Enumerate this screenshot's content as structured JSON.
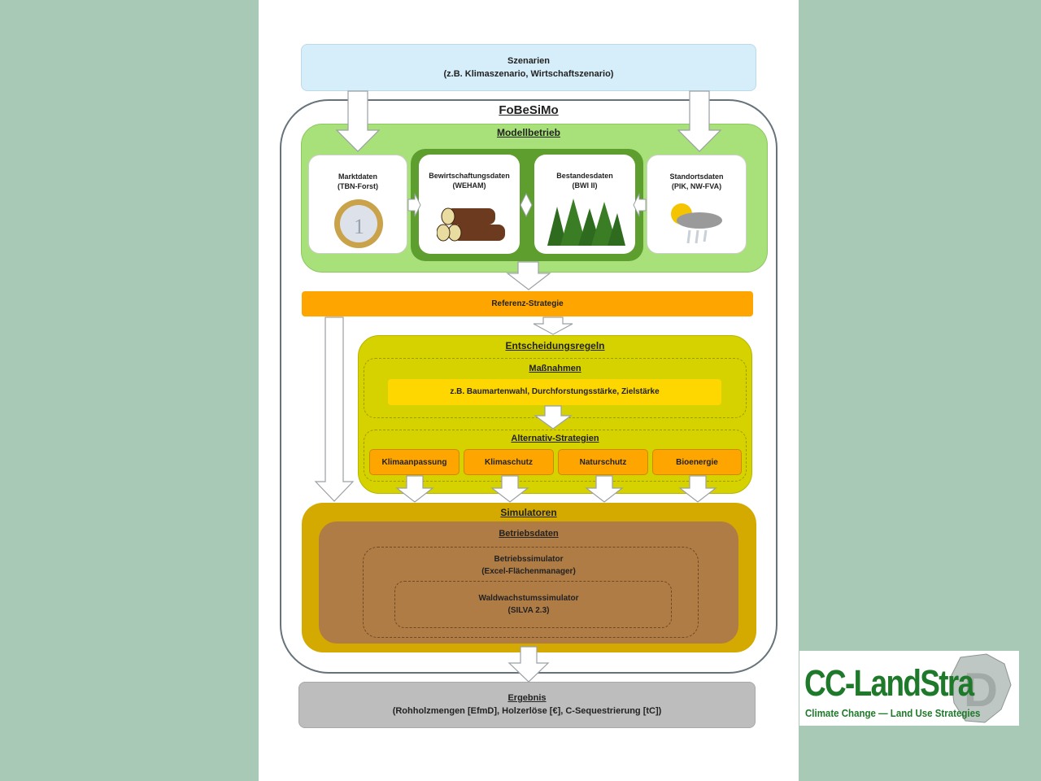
{
  "diagram": {
    "scenarios": {
      "title": "Szenarien",
      "subtitle": "(z.B. Klimaszenario, Wirtschaftszenario)"
    },
    "model_name": "FoBeSiMo",
    "modellbetrieb": {
      "title": "Modellbetrieb",
      "cards": [
        {
          "title": "Marktdaten",
          "subtitle": "(TBN-Forst)",
          "icon": "euro-coin-icon"
        },
        {
          "title": "Bewirtschaftungsdaten",
          "subtitle": "(WEHAM)",
          "icon": "wood-logs-icon"
        },
        {
          "title": "Bestandesdaten",
          "subtitle": "(BWI II)",
          "icon": "forest-trees-icon"
        },
        {
          "title": "Standortsdaten",
          "subtitle": "(PIK, NW-FVA)",
          "icon": "weather-icon"
        }
      ]
    },
    "referenz": "Referenz-Strategie",
    "entscheidung": {
      "title": "Entscheidungsregeln",
      "massnahmen": {
        "title": "Maßnahmen",
        "text": "z.B. Baumartenwahl, Durchforstungsstärke, Zielstärke"
      },
      "alternativ": {
        "title": "Alternativ-Strategien",
        "items": [
          "Klimaanpassung",
          "Klimaschutz",
          "Naturschutz",
          "Bioenergie"
        ]
      }
    },
    "simulatoren": {
      "title": "Simulatoren",
      "betriebsdaten": "Betriebsdaten",
      "betriebssimulator": {
        "title": "Betriebssimulator",
        "subtitle": "(Excel-Flächenmanager)"
      },
      "waldwachstum": {
        "title": "Waldwachstumssimulator",
        "subtitle": "(SILVA 2.3)"
      }
    },
    "ergebnis": {
      "title": "Ergebnis",
      "subtitle": "(Rohholzmengen [EfmD], Holzerlöse [€], C-Sequestrierung [tC])"
    }
  },
  "logo": {
    "name": "CC-LandStra",
    "tagline": "Climate Change — Land Use Strategies",
    "mark": "D"
  },
  "colors": {
    "background": "#a7c9b5",
    "scenario": "#d6eefa",
    "green_light": "#a8e07a",
    "green_dark": "#5d9e2e",
    "orange": "#ffa500",
    "yellow_green": "#d6d200",
    "yellow": "#ffd700",
    "gold": "#d4a900",
    "brown": "#b07c45",
    "grey": "#bdbdbd",
    "logo_green": "#1e7a2a"
  }
}
